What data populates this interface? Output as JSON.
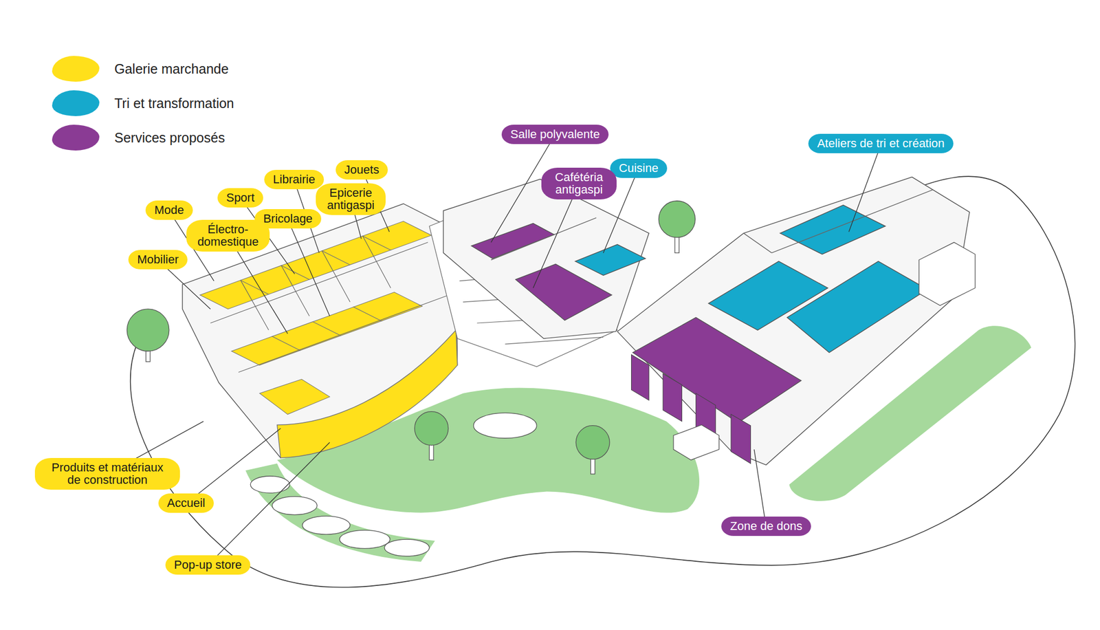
{
  "diagram": {
    "nodes": [
      {
        "text": [
          "Salle polyvalente"
        ]
      },
      {
        "text": [
          "Ateliers de tri et création"
        ]
      },
      {
        "text": [
          "Cuisine"
        ]
      },
      {
        "text": [
          "Jouets"
        ]
      },
      {
        "text": [
          "Librairie"
        ]
      },
      {
        "text": [
          "Cafétéria antigaspi"
        ]
      },
      {
        "text": [
          "Sport"
        ]
      },
      {
        "text": [
          "Epicerie antigaspi"
        ]
      },
      {
        "text": [
          "Mode"
        ]
      },
      {
        "text": [
          "Bricolage"
        ]
      },
      {
        "text": [
          "Électro- domestique"
        ]
      },
      {
        "text": [
          "Mobilier"
        ]
      },
      {
        "text": [
          "Produits et matériaux de construction"
        ]
      },
      {
        "text": [
          "Accueil"
        ]
      },
      {
        "text": [
          "Zone de dons"
        ]
      },
      {
        "text": [
          "Pop-up store"
        ]
      }
    ],
    "legend": [
      {
        "text": "Galerie marchande",
        "color": "#FFE01B"
      },
      {
        "text": "Tri et transformation",
        "color": "#16A9CC"
      },
      {
        "text": "Services proposés",
        "color": "#8A3B94"
      }
    ]
  }
}
